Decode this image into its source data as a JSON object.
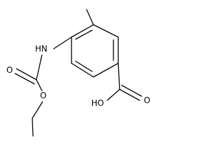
{
  "structure": {
    "atoms": [
      {
        "id": "nh",
        "label": "HN"
      },
      {
        "id": "o-carbonyl",
        "label": "O"
      },
      {
        "id": "o-ester",
        "label": "O"
      },
      {
        "id": "oh",
        "label": "HO"
      },
      {
        "id": "o-acid",
        "label": "O"
      }
    ],
    "bonds": [
      {
        "id": "methyl-to-ring"
      },
      {
        "id": "ring-c1-c2"
      },
      {
        "id": "ring-c2-c3"
      },
      {
        "id": "ring-c3-c4"
      },
      {
        "id": "ring-c4-c5"
      },
      {
        "id": "ring-c5-c6"
      },
      {
        "id": "ring-c6-c1"
      },
      {
        "id": "ring-c2-c3-inner"
      },
      {
        "id": "ring-c4-c5-inner"
      },
      {
        "id": "ring-c6-c1-inner"
      },
      {
        "id": "ring-to-nh"
      },
      {
        "id": "nh-to-carbonyl-c"
      },
      {
        "id": "carbonyl-c-double-o"
      },
      {
        "id": "carbonyl-c-double-o-2"
      },
      {
        "id": "carbonyl-c-to-ester-o"
      },
      {
        "id": "ester-o-to-ch2"
      },
      {
        "id": "ch2-to-ch3"
      },
      {
        "id": "ring-to-acid-c"
      },
      {
        "id": "acid-c-to-oh"
      },
      {
        "id": "acid-c-double-o"
      },
      {
        "id": "acid-c-double-o-2"
      }
    ]
  }
}
